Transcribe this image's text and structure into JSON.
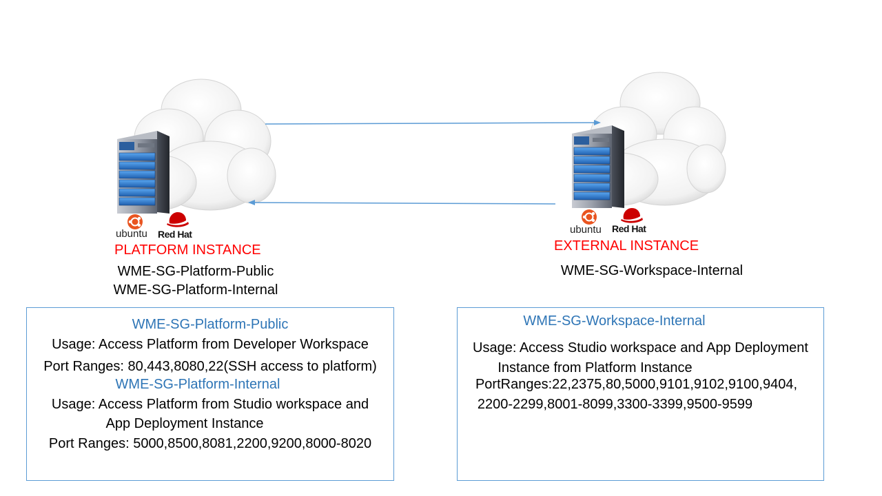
{
  "platform": {
    "title": "PLATFORM INSTANCE",
    "groups": [
      "WME-SG-Platform-Public",
      "WME-SG-Platform-Internal"
    ],
    "logos": {
      "ubuntu": "ubuntu",
      "redhat": "Red Hat"
    }
  },
  "external": {
    "title": "EXTERNAL INSTANCE",
    "groups": [
      "WME-SG-Workspace-Internal"
    ],
    "logos": {
      "ubuntu": "ubuntu",
      "redhat": "Red Hat"
    }
  },
  "left_box": {
    "sections": [
      {
        "heading": "WME-SG-Platform-Public",
        "usage": "Usage: Access Platform from Developer Workspace",
        "ports": "Port Ranges: 80,443,8080,22(SSH access to platform)"
      },
      {
        "heading": "WME-SG-Platform-Internal",
        "usage_lines": [
          "Usage: Access Platform from Studio workspace and",
          "App Deployment Instance"
        ],
        "ports": "Port Ranges: 5000,8500,8081,2200,9200,8000-8020"
      }
    ]
  },
  "right_box": {
    "heading": "WME-SG-Workspace-Internal",
    "usage_lines": [
      "Usage: Access Studio workspace and App Deployment",
      "Instance from Platform Instance"
    ],
    "ports_lines": [
      "PortRanges:22,2375,80,5000,9101,9102,9100,9404,",
      "2200-2299,8001-8099,3300-3399,9500-9599"
    ]
  },
  "colors": {
    "caption_red": "#ff0000",
    "heading_blue": "#2e75b6",
    "box_border": "#5b9bd5",
    "arrow": "#5b9bd5",
    "server_blue": "#2f78c8",
    "ubuntu_orange": "#e95420",
    "redhat_red": "#cc0000"
  },
  "icons": [
    "cloud-icon",
    "server-icon",
    "ubuntu-logo-icon",
    "redhat-logo-icon",
    "arrow-right-icon",
    "arrow-left-icon"
  ]
}
